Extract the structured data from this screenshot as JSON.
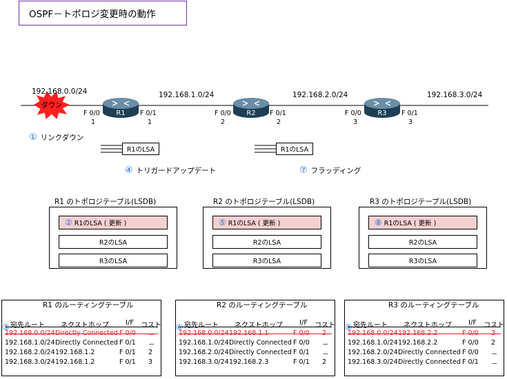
{
  "title": "OSPF－トポロジ変更時の動作",
  "networks": [
    "192.168.0.0/24",
    "192.168.1.0/24",
    "192.168.2.0/24",
    "192.168.3.0/24"
  ],
  "down_label": "ダウン",
  "routers": [
    {
      "name": "R1",
      "if_left": "F 0/0",
      "if_left_n": "1",
      "if_right": "F 0/1",
      "if_right_n": "1"
    },
    {
      "name": "R2",
      "if_left": "F 0/0",
      "if_left_n": "2",
      "if_right": "F 0/1",
      "if_right_n": "2"
    },
    {
      "name": "R3",
      "if_left": "F 0/0",
      "if_left_n": "3",
      "if_right": "F 0/1",
      "if_right_n": "3"
    }
  ],
  "steps": {
    "s1": {
      "num": "①",
      "label": "リンクダウン"
    },
    "s4": {
      "num": "④",
      "label": "トリガードアップデート"
    },
    "s7": {
      "num": "⑦",
      "label": "フラッディング"
    }
  },
  "lsa_packet": "R1のLSA",
  "lsdb": [
    {
      "title": "R1 のトポロジテーブル(LSDB)",
      "num": "②",
      "updated": "R1のLSA ( 更新 )",
      "entries": [
        "R2のLSA",
        "R3のLSA"
      ]
    },
    {
      "title": "R2 のトポロジテーブル(LSDB)",
      "num": "⑤",
      "updated": "R1のLSA ( 更新 )",
      "entries": [
        "R2のLSA",
        "R3のLSA"
      ]
    },
    {
      "title": "R3 のトポロジテーブル(LSDB)",
      "num": "⑧",
      "updated": "R1のLSA ( 更新 )",
      "entries": [
        "R2のLSA",
        "R3のLSA"
      ]
    }
  ],
  "routing_tables": [
    {
      "title": "R1 のルーティングテーブル",
      "num": "③",
      "headers": {
        "dest": "宛先ルート",
        "nexthop": "ネクストホップ",
        "if": "I/F",
        "cost": "コスト"
      },
      "rows": [
        {
          "dest": "192.168.0.0/24",
          "nexthop": "Directly Connected",
          "if": "F 0/0",
          "cost": "－",
          "down": true
        },
        {
          "dest": "192.168.1.0/24",
          "nexthop": "Directly Connected",
          "if": "F 0/1",
          "cost": "－",
          "down": false
        },
        {
          "dest": "192.168.2.0/24",
          "nexthop": "192.168.1.2",
          "if": "F 0/1",
          "cost": "2",
          "down": false
        },
        {
          "dest": "192.168.3.0/24",
          "nexthop": "192.168.1.2",
          "if": "F 0/1",
          "cost": "3",
          "down": false
        }
      ]
    },
    {
      "title": "R2 のルーティングテーブル",
      "num": "⑥",
      "headers": {
        "dest": "宛先ルート",
        "nexthop": "ネクストホップ",
        "if": "I/F",
        "cost": "コスト"
      },
      "rows": [
        {
          "dest": "192.168.0.0/24",
          "nexthop": "192.168.1.1",
          "if": "F 0/0",
          "cost": "2",
          "down": true
        },
        {
          "dest": "192.168.1.0/24",
          "nexthop": "Directly Connected",
          "if": "F 0/0",
          "cost": "－",
          "down": false
        },
        {
          "dest": "192.168.2.0/24",
          "nexthop": "Directly Connected",
          "if": "F 0/1",
          "cost": "－",
          "down": false
        },
        {
          "dest": "192.168.3.0/24",
          "nexthop": "192.168.2.3",
          "if": "F 0/1",
          "cost": "2",
          "down": false
        }
      ]
    },
    {
      "title": "R3 のルーティングテーブル",
      "num": "⑨",
      "headers": {
        "dest": "宛先ルート",
        "nexthop": "ネクストホップ",
        "if": "I/F",
        "cost": "コスト"
      },
      "rows": [
        {
          "dest": "192.168.0.0/24",
          "nexthop": "192.168.2.2",
          "if": "F 0/0",
          "cost": "3",
          "down": true
        },
        {
          "dest": "192.168.1.0/24",
          "nexthop": "192.168.2.2",
          "if": "F 0/0",
          "cost": "2",
          "down": false
        },
        {
          "dest": "192.168.2.0/24",
          "nexthop": "Directly Connected",
          "if": "F 0/0",
          "cost": "－",
          "down": false
        },
        {
          "dest": "192.168.3.0/24",
          "nexthop": "Directly Connected",
          "if": "F 0/1",
          "cost": "－",
          "down": false
        }
      ]
    }
  ],
  "colors": {
    "accent_number": "#1f6fd0",
    "down_red": "#e02020",
    "title_border": "#7030a0",
    "updated_fill": "#f4d0d0"
  }
}
